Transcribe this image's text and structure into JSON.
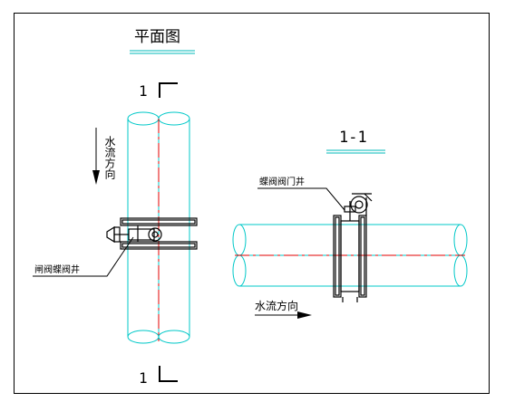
{
  "plan": {
    "title": "平面图",
    "section_mark_top": "1",
    "section_mark_bottom": "1",
    "flow_label": "水流方向",
    "valve_label": "闸阀蝶阀井"
  },
  "section": {
    "title": "1-1",
    "valve_label": "蝶阀阀门井",
    "flow_label": "水流方向"
  },
  "colors": {
    "pipe": "#00c8c8",
    "centerline": "#e00000",
    "underline": "#00b8b8",
    "ink": "#000000"
  }
}
